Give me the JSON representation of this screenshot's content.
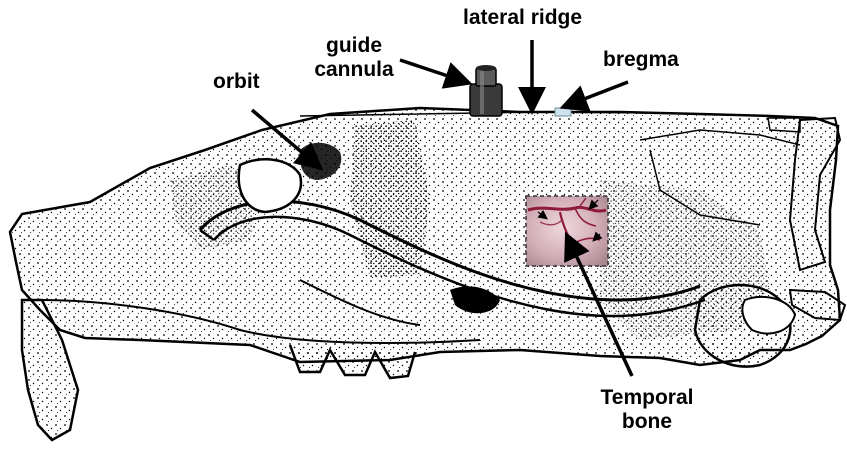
{
  "labels": {
    "lateral_ridge": "lateral ridge",
    "guide_cannula": [
      "guide",
      "cannula"
    ],
    "bregma": "bregma",
    "orbit": "orbit",
    "temporal_bone": [
      "Temporal",
      "bone"
    ]
  },
  "colors": {
    "ink": "#000000",
    "skull_fill": "#ffffff",
    "inset_tissue": "#d9b6c0",
    "inset_vessel": "#8e1b3a",
    "cannula": "#3a3a3a"
  },
  "icons": {
    "cannula": "guide-cannula-icon",
    "inset": "temporal-bone-microscopy-inset"
  }
}
